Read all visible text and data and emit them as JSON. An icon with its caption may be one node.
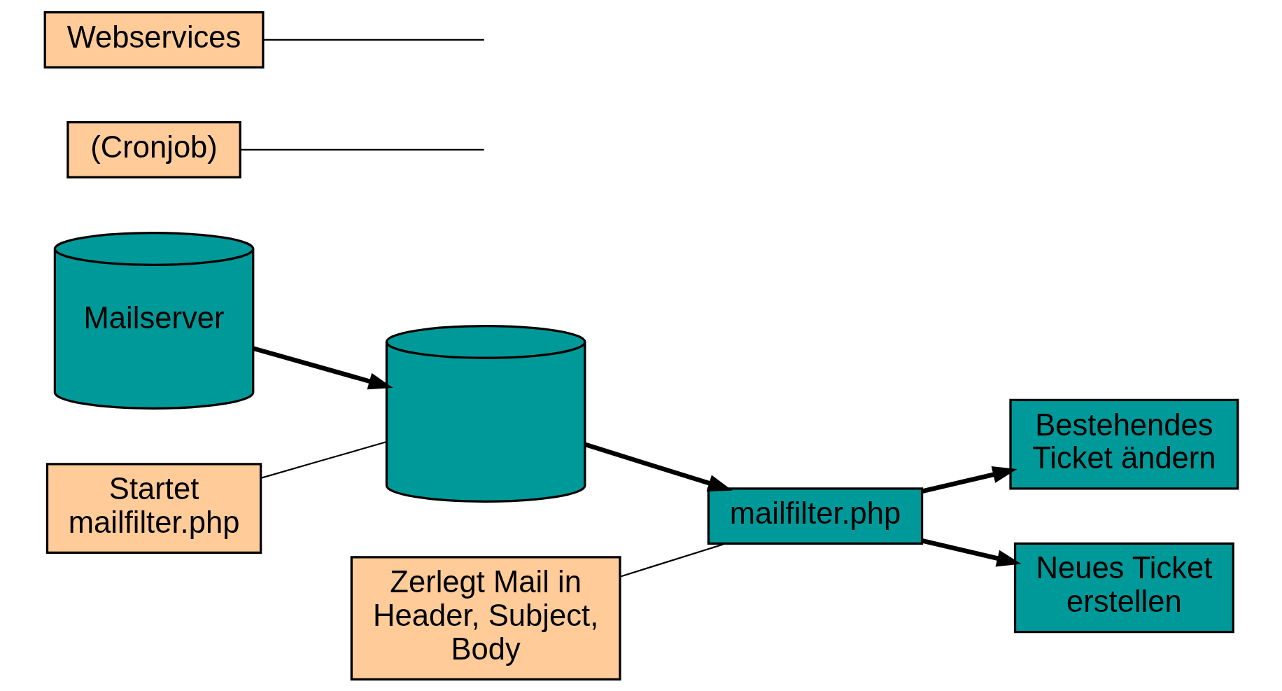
{
  "diagram": {
    "nodes": [
      {
        "text": [
          "Mailserver"
        ]
      },
      {
        "text": [],
        "shape": "cylinder"
      },
      {
        "text": [
          "mailfilter.php"
        ]
      },
      {
        "text": [
          "Bestehendes Ticket ändern"
        ]
      },
      {
        "text": [
          "Neues Ticket erstellen"
        ]
      },
      {
        "text": [
          "(Cronjob)"
        ]
      },
      {
        "text": [
          "Startet mailfilter.php"
        ]
      },
      {
        "text": [
          "Zerlegt Mail in Header, Subject, Body"
        ]
      },
      {
        "text": [
          "Webservices"
        ]
      }
    ],
    "edges": [
      {
        "from": 0,
        "to": 1,
        "arrow": "to",
        "style": "thick"
      },
      {
        "from": 1,
        "to": 2,
        "arrow": "to",
        "style": "thick"
      },
      {
        "from": 2,
        "to": 3,
        "arrow": "to",
        "style": "thick"
      },
      {
        "from": 2,
        "to": 4,
        "arrow": "to",
        "style": "thick"
      },
      {
        "from": 5,
        "to": null,
        "arrow": "none"
      },
      {
        "from": 6,
        "to": 1,
        "arrow": "none"
      },
      {
        "from": 7,
        "to": 2,
        "arrow": "none"
      },
      {
        "from": 8,
        "to": null,
        "arrow": "none"
      }
    ]
  }
}
